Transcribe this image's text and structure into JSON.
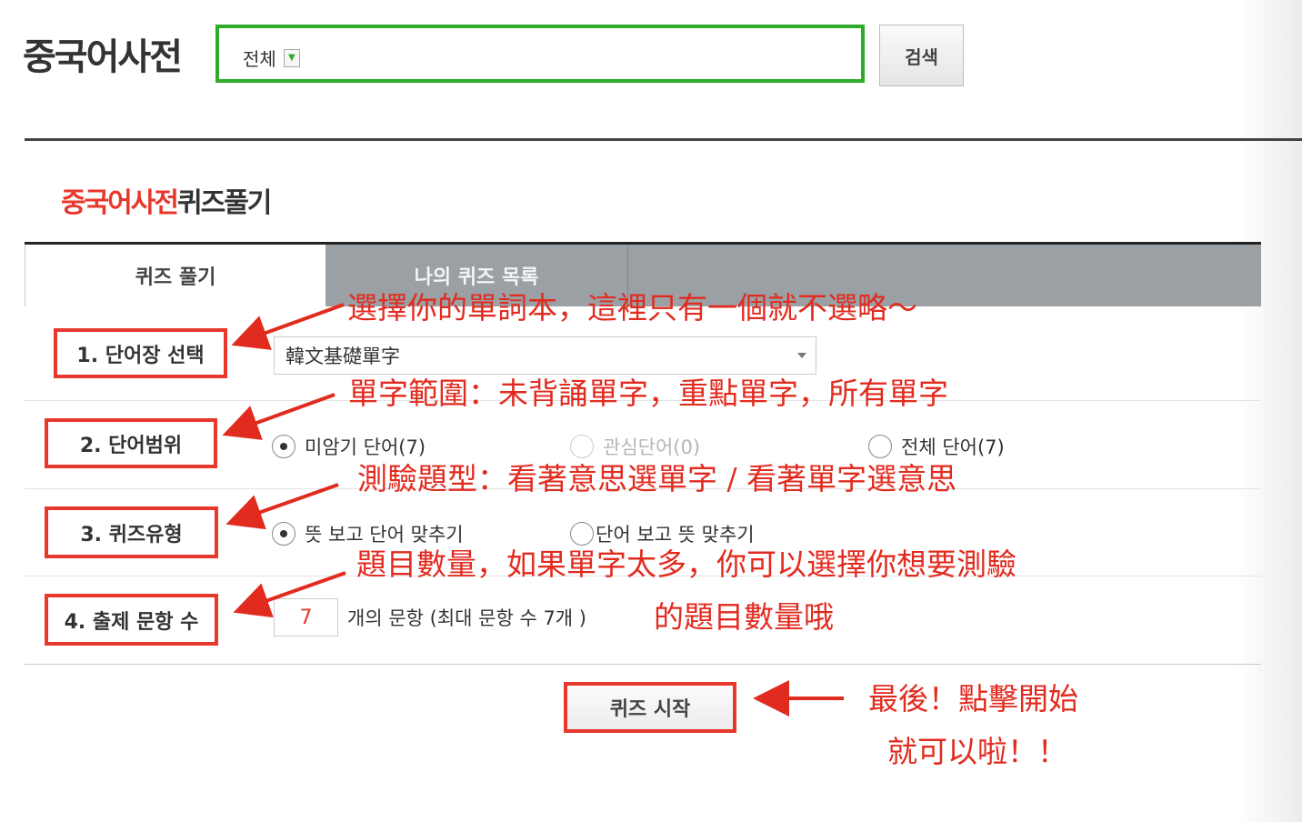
{
  "header": {
    "logo": "중국어사전",
    "search_scope": "전체",
    "search_value": "",
    "search_button": "검색"
  },
  "quiz": {
    "title_red": "중국어사전",
    "title_dark": "퀴즈풀기",
    "tabs": [
      {
        "label": "퀴즈 풀기",
        "active": true
      },
      {
        "label": "나의 퀴즈 목록",
        "active": false
      }
    ],
    "rows": {
      "wordbook": {
        "label": "1. 단어장 선택",
        "selected": "韓文基礎單字"
      },
      "range": {
        "label": "2. 단어범위",
        "options": [
          {
            "label": "미암기 단어(7)",
            "checked": true,
            "disabled": false
          },
          {
            "label": "관심단어(0)",
            "checked": false,
            "disabled": true
          },
          {
            "label": "전체 단어(7)",
            "checked": false,
            "disabled": false
          }
        ]
      },
      "type": {
        "label": "3. 퀴즈유형",
        "options": [
          {
            "label": "뜻 보고 단어 맞추기",
            "checked": true
          },
          {
            "label": "단어 보고 뜻 맞추기",
            "checked": false
          }
        ]
      },
      "count": {
        "label": "4. 출제 문항 수",
        "value": "7",
        "suffix": "개의 문항 (최대 문항 수 7개 )"
      }
    },
    "start_button": "퀴즈 시작"
  },
  "annotations": {
    "note1": "選擇你的單詞本，這裡只有一個就不選略～",
    "note2": "單字範圍：未背誦單字，重點單字，所有單字",
    "note3": "測驗題型：看著意思選單字 / 看著單字選意思",
    "note4_line1": "題目數量，如果單字太多，你可以選擇你想要測驗",
    "note4_line2": "的題目數量哦",
    "note5_line1": "最後！點擊開始",
    "note5_line2": "就可以啦！！"
  },
  "colors": {
    "accent_red": "#e8372c",
    "search_green": "#2faa2b",
    "tab_gray": "#9aa0a4"
  }
}
